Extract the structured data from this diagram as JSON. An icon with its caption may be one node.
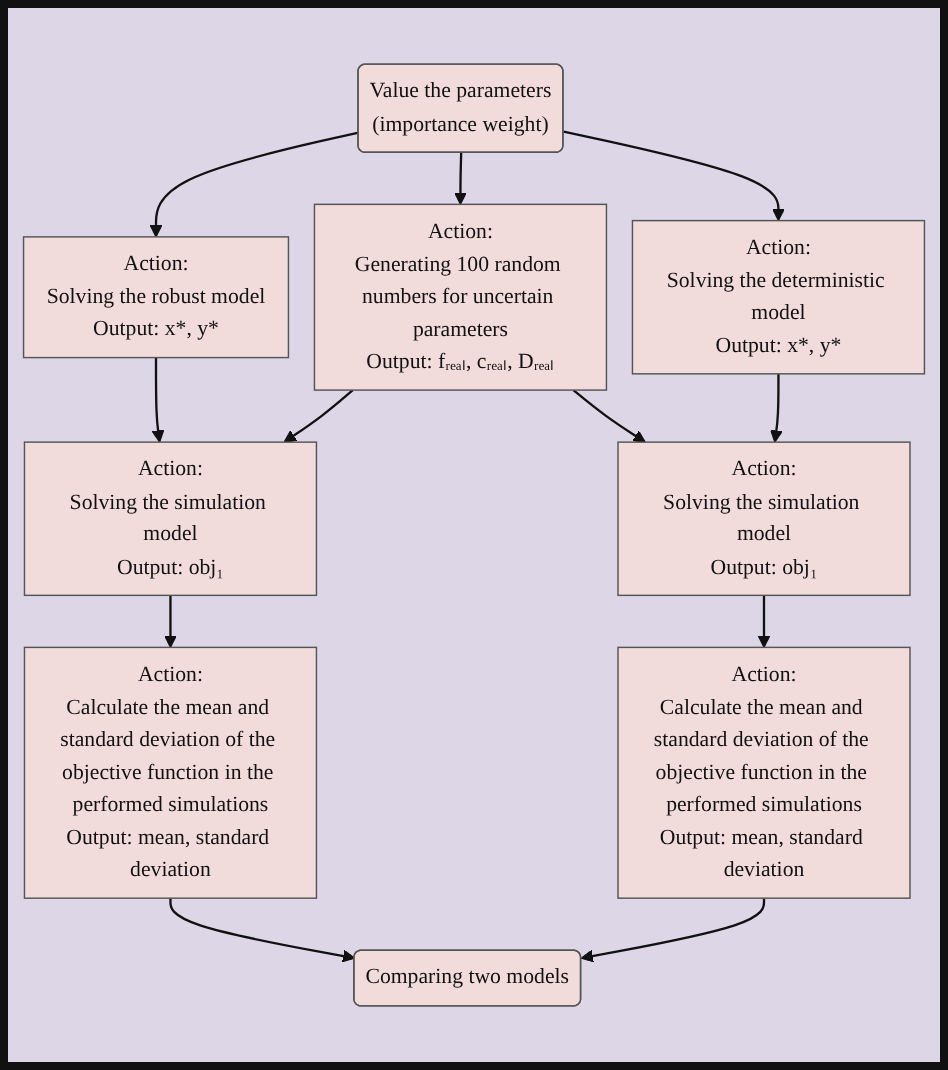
{
  "diagram": {
    "nodes": [
      {
        "text": [
          "Value the parameters",
          "(importance weight)"
        ]
      },
      {
        "text": [
          "Action:",
          "Solving the robust model",
          "Output: x*, y*"
        ]
      },
      {
        "text": [
          "Action:",
          "Generating 100 random numbers for uncertain parameters",
          "Output: fᵣₑₐₗ, cᵣₑₐₗ, Dᵣₑₐₗ"
        ]
      },
      {
        "text": [
          "Action:",
          "Solving the deterministic model",
          "Output: x*, y*"
        ]
      },
      {
        "text": [
          "Action:",
          "Solving the simulation model",
          "Output: obj₁"
        ]
      },
      {
        "text": [
          "Action:",
          "Solving the simulation model",
          "Output: obj₁"
        ]
      },
      {
        "text": [
          "Action:",
          "Calculate the mean and standard deviation of the objective function in the performed simulations",
          "Output: mean, standard deviation"
        ]
      },
      {
        "text": [
          "Action:",
          "Calculate the mean and standard deviation of the objective function in the performed simulations",
          "Output: mean, standard deviation"
        ]
      },
      {
        "text": [
          "Comparing two models"
        ]
      }
    ],
    "edges": [
      {
        "from": 0,
        "to": 1,
        "arrow": "to"
      },
      {
        "from": 0,
        "to": 2,
        "arrow": "to"
      },
      {
        "from": 0,
        "to": 3,
        "arrow": "to"
      },
      {
        "from": 1,
        "to": 4,
        "arrow": "to"
      },
      {
        "from": 2,
        "to": 4,
        "arrow": "to"
      },
      {
        "from": 2,
        "to": 5,
        "arrow": "to"
      },
      {
        "from": 3,
        "to": 5,
        "arrow": "to"
      },
      {
        "from": 4,
        "to": 6,
        "arrow": "to"
      },
      {
        "from": 5,
        "to": 7,
        "arrow": "to"
      },
      {
        "from": 6,
        "to": 8,
        "arrow": "to"
      },
      {
        "from": 7,
        "to": 8,
        "arrow": "to"
      }
    ]
  }
}
